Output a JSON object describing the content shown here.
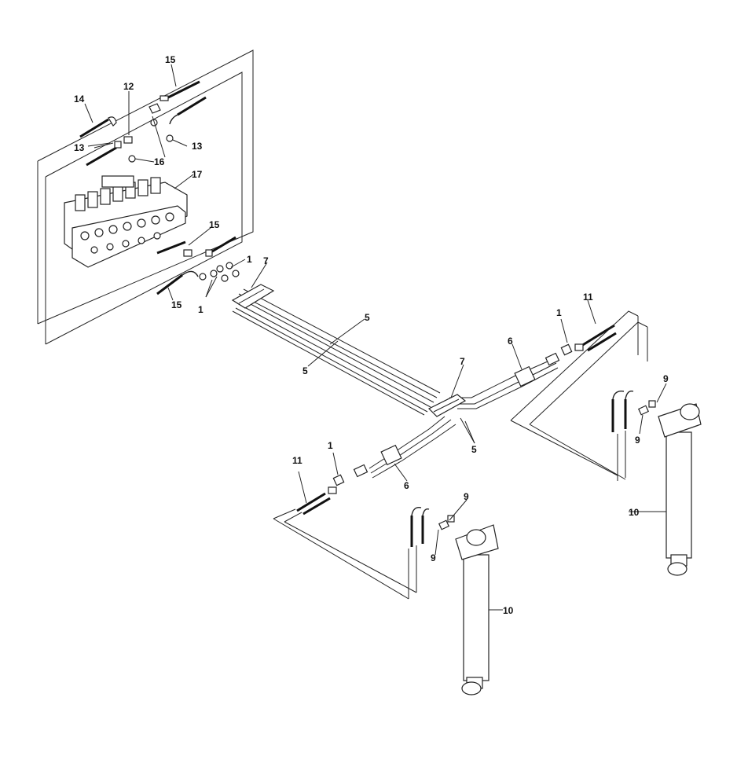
{
  "diagram": {
    "callouts": {
      "c1a": "1",
      "c1b": "1",
      "c1c": "1",
      "c1d": "1",
      "c5a": "5",
      "c5b": "5",
      "c5c": "5",
      "c6a": "6",
      "c6b": "6",
      "c7a": "7",
      "c7b": "7",
      "c9a": "9",
      "c9b": "9",
      "c9c": "9",
      "c9d": "9",
      "c10a": "10",
      "c10b": "10",
      "c11a": "11",
      "c11b": "11",
      "c12": "12",
      "c13a": "13",
      "c13b": "13",
      "c14": "14",
      "c15a": "15",
      "c15b": "15",
      "c15c": "15",
      "c16": "16",
      "c17": "17"
    }
  }
}
